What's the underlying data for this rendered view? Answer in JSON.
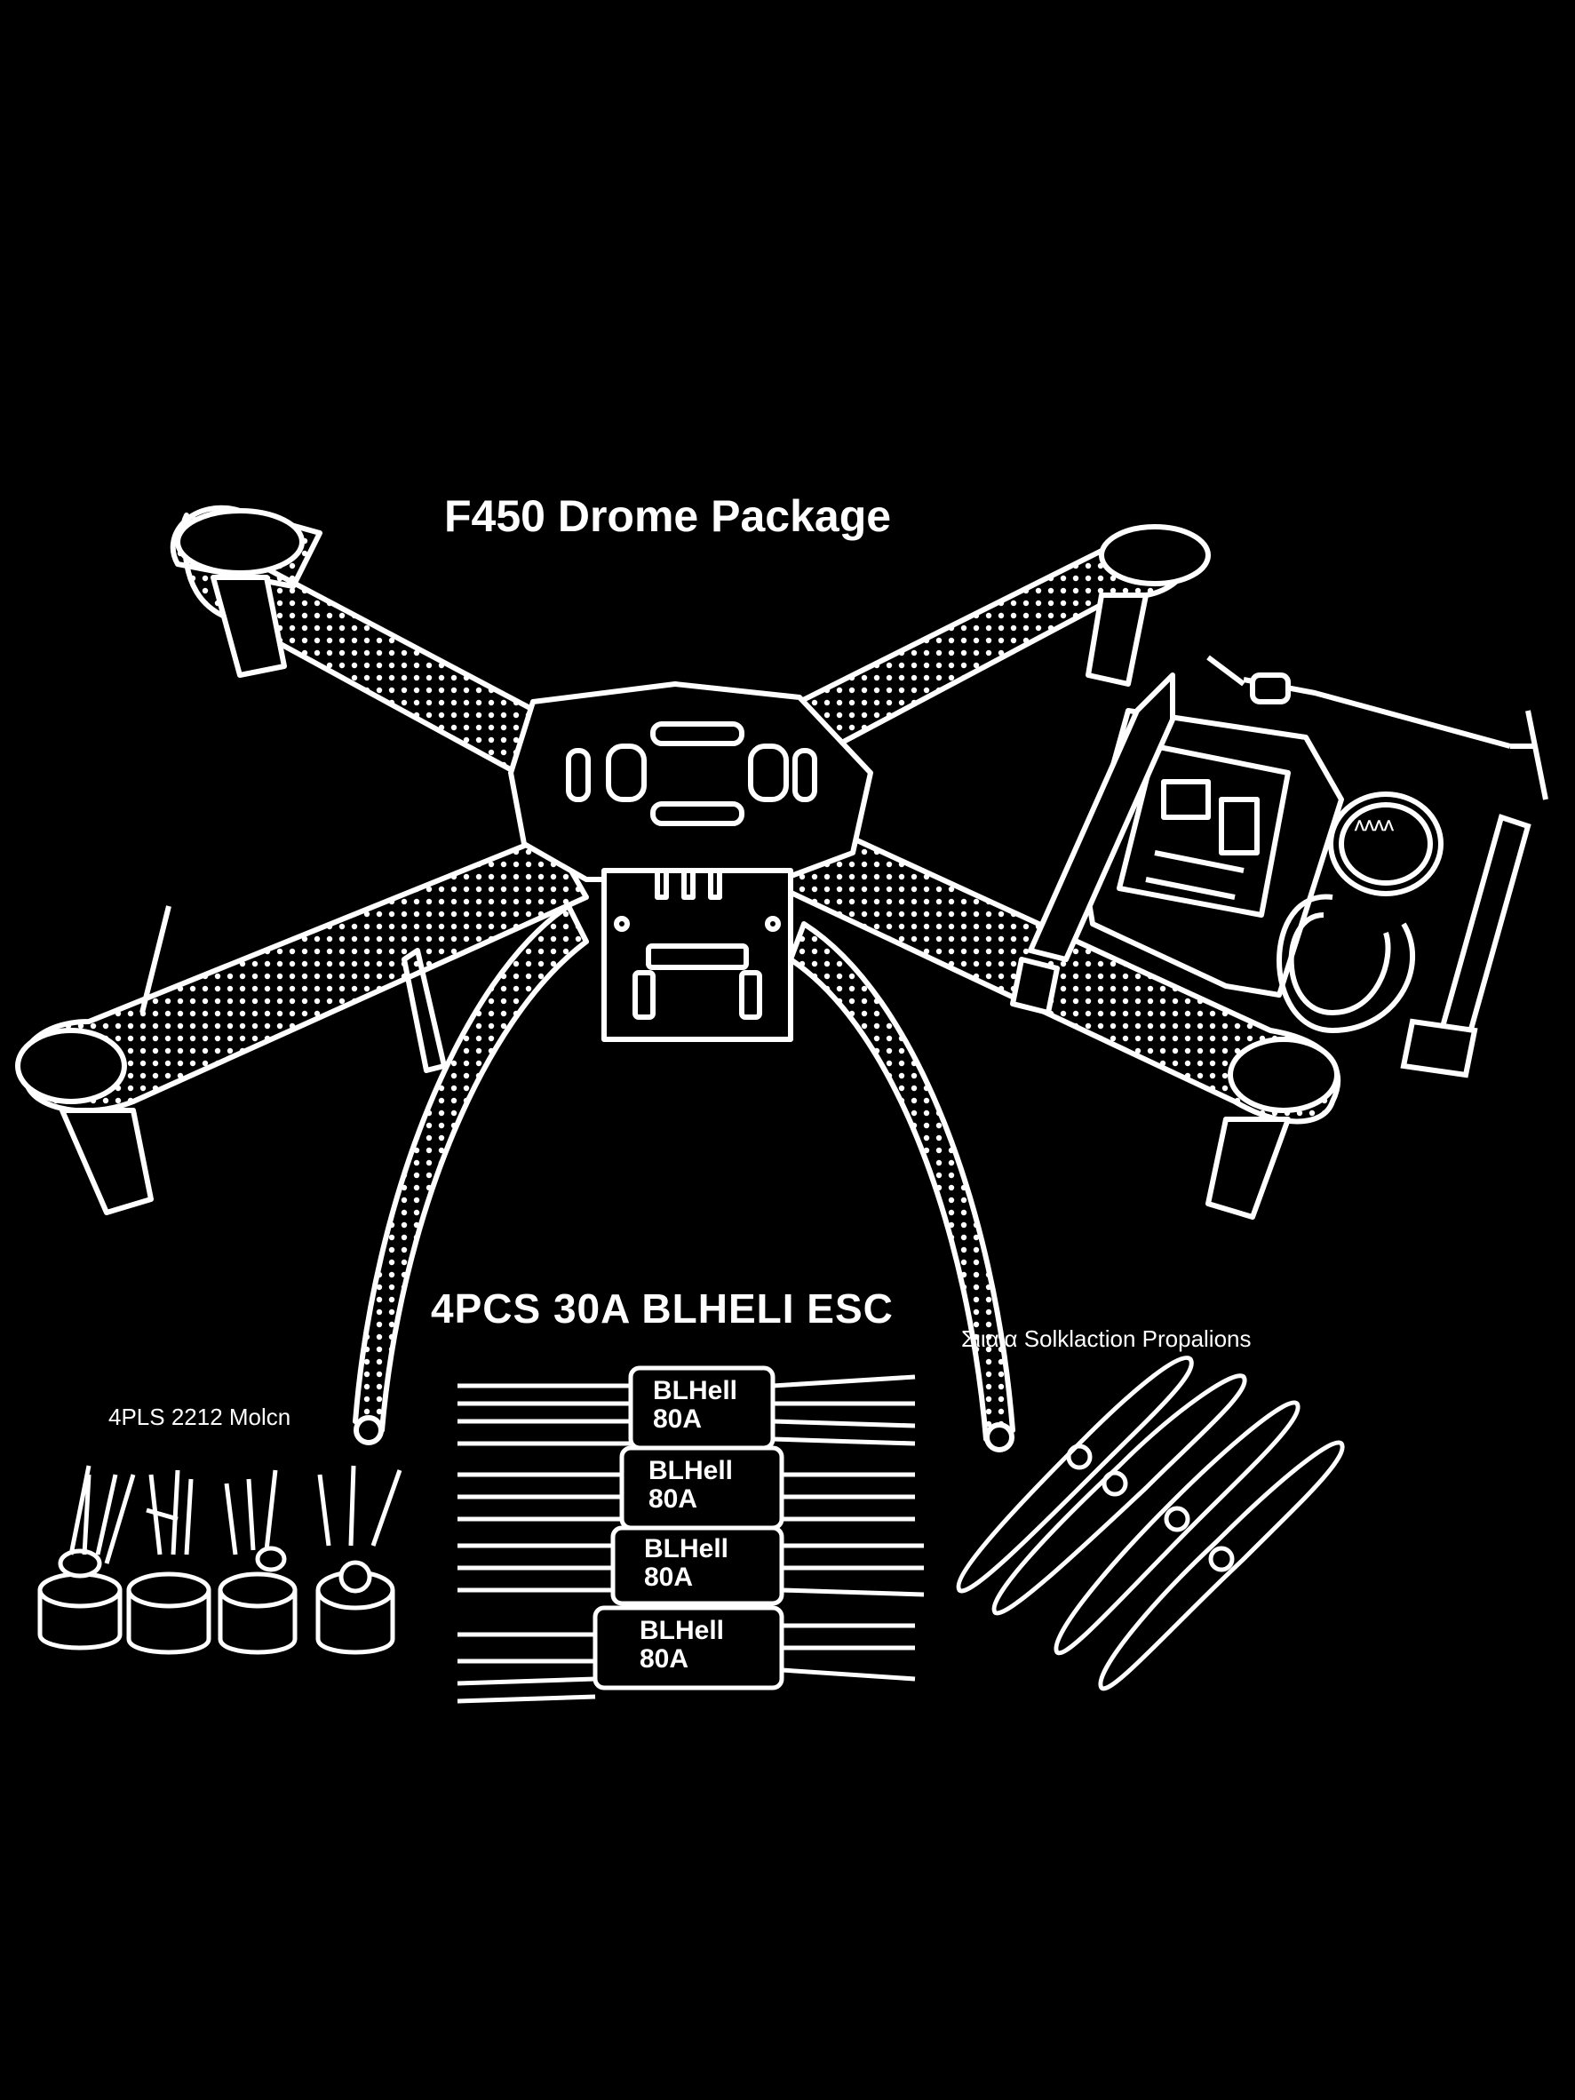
{
  "labels": {
    "title": "F450 Drome Package",
    "esc_title": "4PCS 30A BLHELI ESC",
    "motor_title": "4PLS 2212 Molcn",
    "prop_title": "Σιιαια  Solklaction Propalions"
  },
  "esc_modules": [
    {
      "line1": "BLHell",
      "line2": "80A"
    },
    {
      "line1": "BLHell",
      "line2": "80A"
    },
    {
      "line1": "BLHell",
      "line2": "80A"
    },
    {
      "line1": "BLHell",
      "line2": "80A"
    }
  ],
  "flight_controller": {
    "gps_text": "ᐱᐱᐱᐱ"
  },
  "colors": {
    "background": "#000000",
    "line": "#ffffff"
  },
  "icons": [
    "drone-frame-icon",
    "flight-controller-icon",
    "gps-module-icon",
    "motor-icon",
    "esc-icon",
    "propeller-icon"
  ]
}
